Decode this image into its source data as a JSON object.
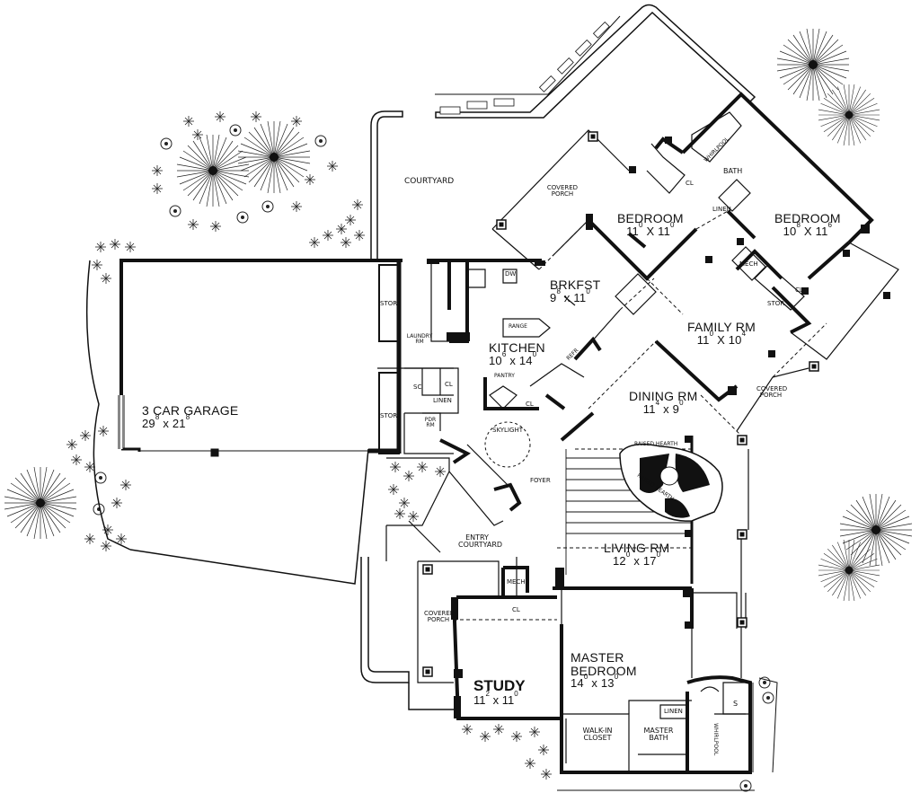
{
  "rooms": {
    "garage": {
      "name": "3 CAR GARAGE",
      "w": "29",
      "w_in": "8",
      "d": "21",
      "d_in": "8"
    },
    "bedroom2": {
      "name": "BEDROOM",
      "w": "11",
      "w_in": "0",
      "d": "11",
      "d_in": "0"
    },
    "bedroom3": {
      "name": "BEDROOM",
      "w": "10",
      "w_in": "8",
      "d": "11",
      "d_in": "6"
    },
    "brkfst": {
      "name": "BRKFST",
      "w": "9",
      "w_in": "8",
      "d": "11",
      "d_in": "0"
    },
    "kitchen": {
      "name": "KITCHEN",
      "w": "10",
      "w_in": "6",
      "d": "14",
      "d_in": "0"
    },
    "family": {
      "name": "FAMILY RM",
      "w": "11",
      "w_in": "0",
      "d": "10",
      "d_in": "4"
    },
    "dining": {
      "name": "DINING RM",
      "w": "11",
      "w_in": "4",
      "d": "9",
      "d_in": "0"
    },
    "living": {
      "name": "LIVING RM",
      "w": "12",
      "w_in": "0",
      "d": "17",
      "d_in": "0"
    },
    "master": {
      "name": "MASTER BEDROOM",
      "w": "14",
      "w_in": "0",
      "d": "13",
      "d_in": "0"
    },
    "study": {
      "name": "STUDY",
      "w": "11",
      "w_in": "2",
      "d": "11",
      "d_in": "0"
    }
  },
  "x_sep": "X",
  "x_sep_lower": "x",
  "labels": {
    "courtyard": "COURTYARD",
    "covered_porch_top": "COVERED PORCH",
    "covered_porch_right": "COVERED PORCH",
    "covered_porch_study": "COVERED PORCH",
    "bath": "BATH",
    "linen_bed": "LINEN",
    "mech_bed": "MECH",
    "stor_fam": "STOR",
    "cl_bed": "CL",
    "cl_bed2": "CL",
    "whirlpool": "WHIRLPOOL",
    "stor_garage_top": "STOR",
    "stor_garage_bot": "STOR",
    "laundry": "LAUNDRY RM",
    "dw": "DW",
    "range": "RANGE",
    "refr": "REFR",
    "pantry": "PANTRY",
    "cl_kit": "CL",
    "sc": "SC",
    "cl_hall": "CL",
    "linen_hall": "LINEN",
    "pdr_rm": "PDR RM",
    "skylight": "SKYLIGHT",
    "foyer": "FOYER",
    "entry_courtyard": "ENTRY COURTYARD",
    "raised_hearth": "RAISED HEARTH",
    "raised_hearth2": "RAISED HEARTH",
    "mech_study": "MECH",
    "cl_study": "CL",
    "walkin": "WALK-IN CLOSET",
    "master_bath": "MASTER BATH",
    "linen_master": "LINEN",
    "whirlpool_master": "WHIRLPOOL",
    "shower": "S"
  }
}
